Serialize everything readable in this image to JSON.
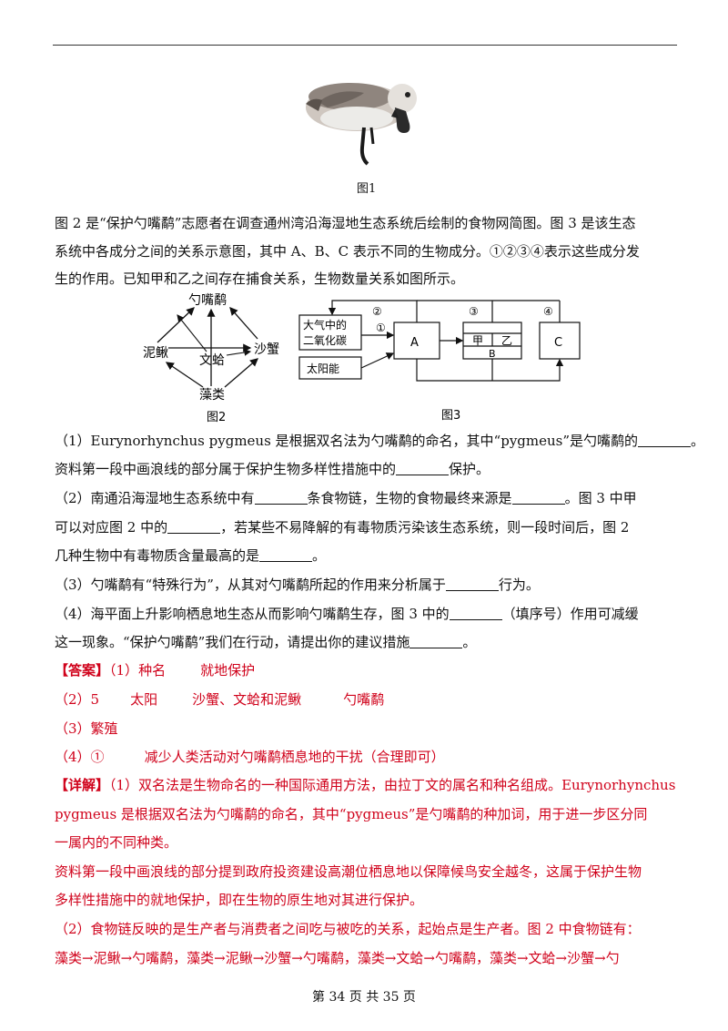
{
  "figure1": {
    "caption": "图1"
  },
  "intro": [
    "图 2 是“保护勺嘴鹬”志愿者在调查通州湾沿海湿地生态系统后绘制的食物网简图。图 3 是该生态",
    "系统中各成分之间的关系示意图，其中 A、B、C 表示不同的生物成分。①②③④表示这些成分发",
    "生的作用。已知甲和乙之间存在捕食关系，生物数量关系如图所示。"
  ],
  "figure2": {
    "caption": "图2",
    "nodes": {
      "top": "勺嘴鹬",
      "left": "泥鳅",
      "center": "文蛤",
      "right": "沙蟹",
      "bottom": "藻类"
    }
  },
  "figure3": {
    "caption": "图3",
    "co2_line1": "大气中的",
    "co2_line2": "二氧化碳",
    "sun": "太阳能",
    "a": "A",
    "b": "B",
    "c": "C",
    "jia": "甲",
    "yi": "乙",
    "n1": "①",
    "n2": "②",
    "n3": "③",
    "n4": "④"
  },
  "questions": {
    "q1_a": "（1）Eurynorhynchus pygmeus 是根据双名法为勺嘴鹬的命名，其中“pygmeus”是勺嘴鹬的",
    "q1_b": "资料第一段中画浪线的部分属于保护生物多样性措施中的",
    "q1_c": "保护。",
    "q2_a1": "（2）南通沿海湿地生态系统中有",
    "q2_a2": "条食物链，生物的食物最终来源是",
    "q2_a3": "。图 3 中甲",
    "q2_b1": "可以对应图 2 中的",
    "q2_b2": "，若某些不易降解的有毒物质污染该生态系统，则一段时间后，图 2",
    "q2_c1": "几种生物中有毒物质含量最高的是",
    "q3_a": "（3）勺嘴鹬有“特殊行为”，从其对勺嘴鹬所起的作用来分析属于",
    "q3_b": "行为。",
    "q4_a": "（4）海平面上升影响栖息地生态从而影响勺嘴鹬生存，图 3 中的",
    "q4_b": "（填序号）作用可减缓",
    "q4_c": "这一现象。“保护勺嘴鹬”我们在行动，请提出你的建议措施"
  },
  "answer": {
    "label": "【答案】",
    "a1_num": "（1）",
    "a1_1": "种名",
    "a1_2": "就地保护",
    "a2_num": "（2）",
    "a2_1": "5",
    "a2_2": "太阳",
    "a2_3": "沙蟹、文蛤和泥鳅",
    "a2_4": "勺嘴鹬",
    "a3": "（3）繁殖",
    "a4_num": "（4）",
    "a4_1": "①",
    "a4_2": "减少人类活动对勺嘴鹬栖息地的干扰（合理即可）"
  },
  "detail": {
    "label": "【详解】",
    "l1": "（1）双名法是生物命名的一种国际通用方法，由拉丁文的属名和种名组成。Eurynorhynchus",
    "l2": "pygmeus 是根据双名法为勺嘴鹬的命名，其中“pygmeus”是勺嘴鹬的种加词，用于进一步区分同",
    "l3": "一属内的不同种类。",
    "l4": "资料第一段中画浪线的部分提到政府投资建设高潮位栖息地以保障候鸟安全越冬，这属于保护生物",
    "l5": "多样性措施中的就地保护，即在生物的原生地对其进行保护。",
    "l6": "（2）食物链反映的是生产者与消费者之间吃与被吃的关系，起始点是生产者。图 2 中食物链有：",
    "l7": "藻类→泥鳅→勺嘴鹬，藻类→泥鳅→沙蟹→勺嘴鹬，藻类→文蛤→勺嘴鹬，藻类→文蛤→沙蟹→勺"
  },
  "footer": "第 34 页 共 35 页"
}
